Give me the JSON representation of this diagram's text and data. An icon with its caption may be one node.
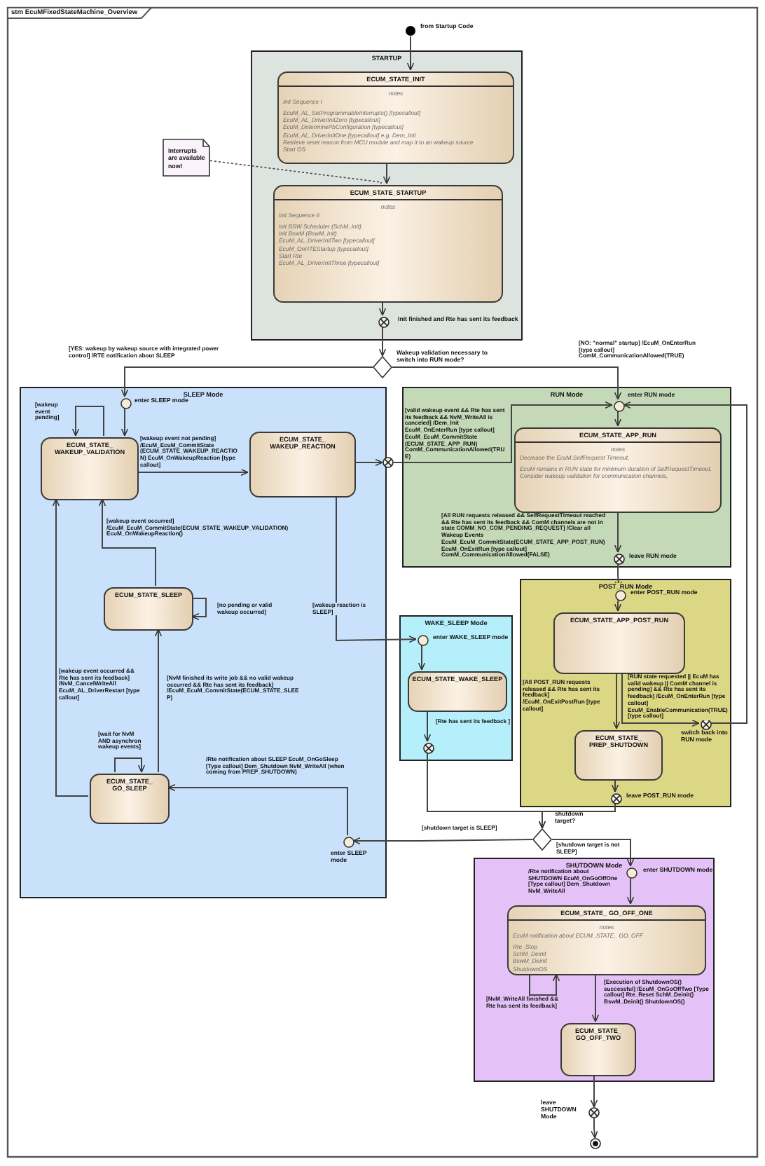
{
  "diagram": {
    "title": "stm EcuMFixedStateMachine_Overview",
    "nodes": [
      {
        "text": [],
        "shape": "dot",
        "beside": [
          "from Startup Code"
        ]
      },
      {
        "text": [
          "STARTUP"
        ]
      },
      {
        "text": [
          "ECUM_STATE_INIT",
          "notes",
          "Init Sequence I",
          "EcuM_AL_SetProgrammableInterrupts() [typecallout]",
          "EcuM_AL_DriverInitZero [typecallout]",
          "EcuM_DeterminePbConfiguration [typecallout]",
          "EcuM_AL_DriverInitOne [typecallout] e.g. Dem_Init",
          "Retrieve reset reason from MCU module and map it to an wakeup source",
          "Start OS"
        ],
        "in": 1
      },
      {
        "text": [
          "ECUM_STATE_STARTUP",
          "notes",
          "Init Sequence II",
          "Init BSW Scheduler (SchM_Init)",
          "Init BswM (BswM_Init)",
          "EcuM_AL_DriverInitTwo [typecallout]",
          "EcuM_OnRTEStartup [typecallout]",
          "Start Rte",
          "EcuM_AL_DriverInitThree [typecallout]"
        ],
        "in": 1
      },
      {
        "text": [
          "Interrupts are available now!"
        ]
      },
      {
        "text": [],
        "shape": "cross",
        "in": 1,
        "beside": [
          "Init finished and Rte has sent its feedback"
        ]
      },
      {
        "text": [],
        "shape": "diamond",
        "beside": [
          "Wakeup validation necessary to switch into RUN mode?"
        ]
      },
      {
        "text": [
          "SLEEP Mode"
        ]
      },
      {
        "text": [],
        "shape": "circle",
        "in": 7,
        "beside": [
          "enter SLEEP mode"
        ]
      },
      {
        "text": [
          "ECUM_STATE_ WAKEUP_VALIDATION"
        ],
        "in": 7
      },
      {
        "text": [
          "ECUM_STATE_ WAKEUP_REACTION"
        ],
        "in": 7
      },
      {
        "text": [
          "ECUM_STATE_SLEEP"
        ],
        "in": 7
      },
      {
        "text": [
          "ECUM_STATE_ GO_SLEEP"
        ],
        "in": 7
      },
      {
        "text": [],
        "shape": "circle",
        "in": 7,
        "beside": [
          "enter SLEEP mode"
        ]
      },
      {
        "text": [],
        "shape": "cross"
      },
      {
        "text": [
          "RUN Mode"
        ]
      },
      {
        "text": [],
        "shape": "circle",
        "in": 15,
        "beside": [
          "enter RUN mode"
        ]
      },
      {
        "text": [
          "ECUM_STATE_APP_RUN",
          "notes",
          "Decrease the EcuM.SelfRequest Timeout.",
          "EcuM remains in RUN state for minimum duration of SelfRequestTimeout.",
          "Consider wakeup validation for communication channels."
        ],
        "in": 15
      },
      {
        "text": [],
        "shape": "cross",
        "in": 15,
        "beside": [
          "leave RUN mode"
        ]
      },
      {
        "text": [
          "POST_RUN Mode"
        ]
      },
      {
        "text": [],
        "shape": "circle",
        "in": 19,
        "beside": [
          "enter POST_RUN mode"
        ]
      },
      {
        "text": [
          "ECUM_STATE_APP_POST_RUN"
        ],
        "in": 19
      },
      {
        "text": [
          "ECUM_STATE_ PREP_SHUTDOWN"
        ],
        "in": 19
      },
      {
        "text": [],
        "shape": "cross",
        "in": 19,
        "beside": [
          "leave POST_RUN mode"
        ]
      },
      {
        "text": [],
        "shape": "cross",
        "in": 19,
        "beside": [
          "switch back into RUN mode"
        ]
      },
      {
        "text": [
          "WAKE_SLEEP Mode"
        ]
      },
      {
        "text": [],
        "shape": "circle",
        "in": 25,
        "beside": [
          "enter WAKE_SLEEP mode"
        ]
      },
      {
        "text": [
          "ECUM_STATE_WAKE_SLEEP"
        ],
        "in": 25
      },
      {
        "text": [],
        "shape": "cross",
        "in": 25
      },
      {
        "text": [],
        "shape": "diamond",
        "beside": [
          "shutdown target?"
        ]
      },
      {
        "text": [
          "SHUTDOWN Mode"
        ]
      },
      {
        "text": [],
        "shape": "circle",
        "in": 30,
        "beside": [
          "enter SHUTDOWN mode"
        ]
      },
      {
        "text": [
          "ECUM_STATE_ GO_OFF_ONE",
          "notes",
          "EcuM notification about ECUM_STATE_ GO_OFF",
          "Rte_Stop",
          "SchM_Deinit",
          "BswM_Deinit",
          "ShutdownOS"
        ],
        "in": 30
      },
      {
        "text": [
          "ECUM_STATE_ GO_OFF_TWO"
        ],
        "in": 30
      },
      {
        "text": [],
        "shape": "cross",
        "beside": [
          "leave SHUTDOWN Mode"
        ]
      },
      {
        "text": [],
        "shape": "bullseye"
      }
    ],
    "edges": [
      {
        "from": 0,
        "to": 2,
        "arrow": "to"
      },
      {
        "from": 2,
        "to": 3,
        "arrow": "to"
      },
      {
        "from": 3,
        "to": 5,
        "arrow": "to"
      },
      {
        "from": 5,
        "to": 6,
        "arrow": "to"
      },
      {
        "from": 4,
        "to": 3,
        "arrow": "none",
        "style": "dashed"
      },
      {
        "from": 6,
        "to": 8,
        "arrow": "to",
        "label": "[YES: wakeup by wakeup source with integrated power control] /RTE notification about SLEEP"
      },
      {
        "from": 6,
        "to": 16,
        "arrow": "to",
        "label": "[NO: \"normal\" startup] /EcuM_OnEnterRun [type callout] ComM_CommunicationAllowed(TRUE)"
      },
      {
        "from": 8,
        "to": 9,
        "arrow": "to"
      },
      {
        "from": 9,
        "to": 9,
        "arrow": "to",
        "label": "[wakeup event pending]"
      },
      {
        "from": 9,
        "to": 10,
        "arrow": "to",
        "label": "[wakeup event not pending] /EcuM_EcuM_CommitState (ECUM_STATE_WAKEUP_REACTION) EcuM_OnWakeupReaction [type callout]"
      },
      {
        "from": 10,
        "to": 14,
        "arrow": "to"
      },
      {
        "from": 14,
        "to": 16,
        "arrow": "to",
        "label": "[valid wakeup event && Rte has sent its feedback && NvM_WriteAll is canceled] /Dem_Init EcuM_OnEnterRun [type callout] EcuM_EcuM_CommitState (ECUM_STATE_APP_RUN) ComM_CommunicationAllowed(TRUE)"
      },
      {
        "from": 10,
        "to": 26,
        "arrow": "to",
        "label": "[wakeup reaction is SLEEP]"
      },
      {
        "from": 11,
        "to": 9,
        "arrow": "to",
        "label": "[wakeup event occurred] /EcuM_EcuM_CommitState(ECUM_STATE_WAKEUP_VALIDATION) EcuM_OnWakeupReaction()"
      },
      {
        "from": 11,
        "to": 11,
        "arrow": "to",
        "label": "[no pending or valid wakeup occurred]"
      },
      {
        "from": 12,
        "to": 9,
        "arrow": "to",
        "label": "[wakeup event occurred && Rte has sent its feedback] /NvM_CancelWriteAll EcuM_AL_DriverRestart [type callout]"
      },
      {
        "from": 12,
        "to": 11,
        "arrow": "to",
        "label": "[NvM finished its write job && no valid wakeup occurred && Rte has sent its feedback] /EcuM_EcuM_CommitState(ECUM_STATE_SLEEP)"
      },
      {
        "from": 12,
        "to": 12,
        "arrow": "to",
        "label": "[wait for NvM AND asynchron wakeup events]"
      },
      {
        "from": 13,
        "to": 12,
        "arrow": "to",
        "label": "/Rte notification about SLEEP EcuM_OnGoSleep [Type callout] Dem_Shutdown NvM_WriteAll (when coming from PREP_SHUTDOWN)"
      },
      {
        "from": 16,
        "to": 17,
        "arrow": "to"
      },
      {
        "from": 17,
        "to": 18,
        "arrow": "to",
        "label": "[All RUN requests released && SelfRequestTimeout reached && Rte has sent its feedback && ComM channels are not in state COMM_NO_COM_PENDING_REQUEST] /Clear all Wakeup Events EcuM_EcuM_CommitState(ECUM_STATE_APP_POST_RUN) EcuM_OnExitRun [type callout] ComM_CommunicationAllowed(FALSE)"
      },
      {
        "from": 18,
        "to": 20,
        "arrow": "to"
      },
      {
        "from": 20,
        "to": 21,
        "arrow": "to"
      },
      {
        "from": 21,
        "to": 22,
        "arrow": "to",
        "label": "[All POST_RUN requests released && Rte has sent its feedback] /EcuM_OnExitPostRun [type callout]"
      },
      {
        "from": 21,
        "to": 24,
        "arrow": "to",
        "label": "[RUN state requested || EcuM has valid wakeup || ComM channel is pending] && Rte has sent its feedback] /EcuM_OnEnterRun [type callout] EcuM_EnableCommunication(TRUE) [type callout]"
      },
      {
        "from": 24,
        "to": 16,
        "arrow": "to"
      },
      {
        "from": 22,
        "to": 23,
        "arrow": "to"
      },
      {
        "from": 23,
        "to": 29,
        "arrow": "to"
      },
      {
        "from": 26,
        "to": 27,
        "arrow": "to"
      },
      {
        "from": 27,
        "to": 28,
        "arrow": "to",
        "label": "[Rte has sent its feedback ]"
      },
      {
        "from": 28,
        "to": 29,
        "arrow": "to"
      },
      {
        "from": 29,
        "to": 13,
        "arrow": "to",
        "label": "[shutdown target is SLEEP]"
      },
      {
        "from": 29,
        "to": 31,
        "arrow": "to",
        "label": "[shutdown target is not SLEEP]"
      },
      {
        "from": 31,
        "to": 32,
        "arrow": "to",
        "label": "/Rte notification about SHUTDOWN EcuM_OnGoOffOne [Type callout] Dem_Shutdown NvM_WriteAll"
      },
      {
        "from": 32,
        "to": 32,
        "arrow": "to",
        "label": "[NvM_WriteAll finished && Rte has sent its feedback]"
      },
      {
        "from": 32,
        "to": 33,
        "arrow": "to",
        "label": "[Execution of ShutdownOS() successful] /EcuM_OnGoOffTwo [Type callout] Rte_Reset SchM_Deinit() BswM_Deinit() ShutdownOS()"
      },
      {
        "from": 33,
        "to": 34,
        "arrow": "to"
      },
      {
        "from": 34,
        "to": 35,
        "arrow": "to"
      }
    ]
  }
}
